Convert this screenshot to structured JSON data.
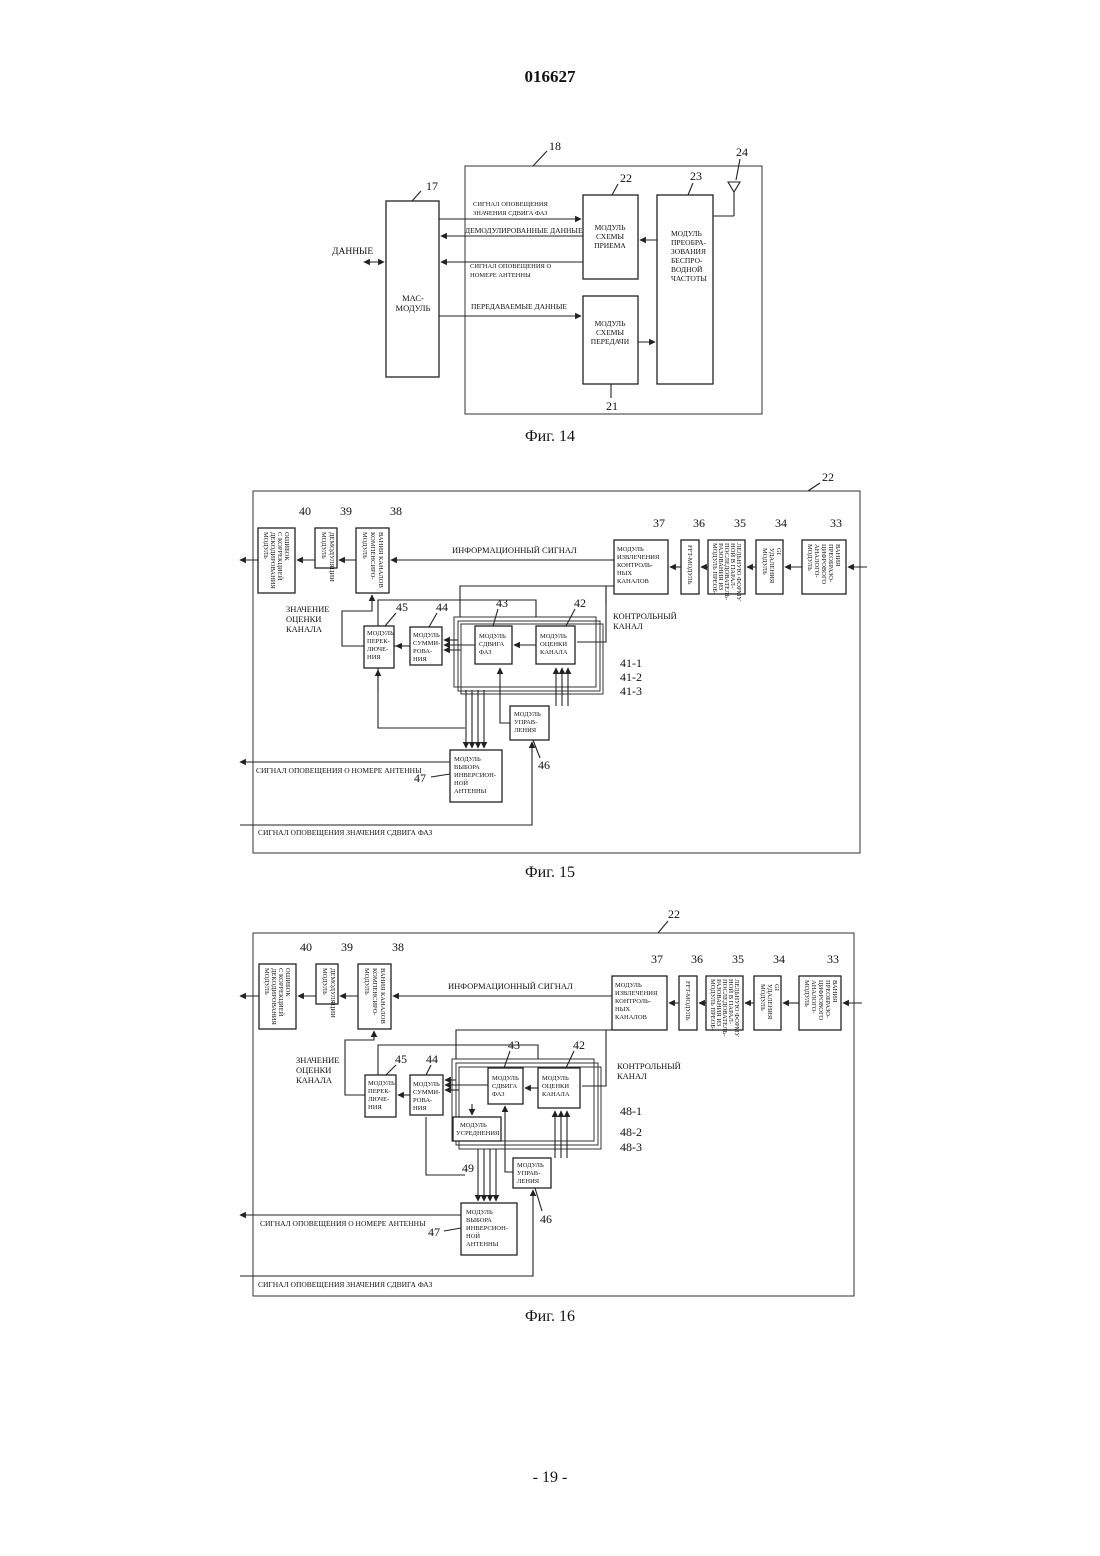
{
  "document_number": "016627",
  "page_number": "- 19 -",
  "fig14": {
    "caption": "Фиг. 14",
    "ref_frame": "18",
    "ref_mac": "17",
    "ref_rx": "22",
    "ref_rf": "23",
    "ref_ant": "24",
    "ref_tx": "21",
    "data_label": "ДАННЫЕ",
    "mac_line1": "МАС-",
    "mac_line2": "МОДУЛЬ",
    "sig_phase_1": "СИГНАЛ ОПОВЕЩЕНИЯ",
    "sig_phase_2": "ЗНАЧЕНИЯ СДВИГА ФАЗ",
    "demod_data": "ДЕМОДУЛИРОВАННЫЕ ДАННЫЕ",
    "sig_ant_1": "СИГНАЛ ОПОВЕЩЕНИЯ О",
    "sig_ant_2": "НОМЕРЕ АНТЕННЫ",
    "tx_data": "ПЕРЕДАВАЕМЫЕ ДАННЫЕ",
    "rx_lines": [
      "МОДУЛЬ",
      "СХЕМЫ",
      "ПРИЕМА"
    ],
    "tx_lines": [
      "МОДУЛЬ",
      "СХЕМЫ",
      "ПЕРЕДАЧИ"
    ],
    "rf_lines": [
      "МОДУЛЬ",
      "ПРЕОБРА-",
      "ЗОВАНИЯ",
      "БЕСПРО-",
      "ВОДНОЙ",
      "ЧАСТОТЫ"
    ]
  },
  "fig15": {
    "caption": "Фиг. 15",
    "ref_frame": "22",
    "refs": {
      "r40": "40",
      "r39": "39",
      "r38": "38",
      "r37": "37",
      "r36": "36",
      "r35": "35",
      "r34": "34",
      "r33": "33",
      "r45": "45",
      "r44": "44",
      "r43": "43",
      "r42": "42",
      "r46": "46",
      "r47": "47",
      "r41_1": "41-1",
      "r41_2": "41-2",
      "r41_3": "41-3"
    },
    "info_signal": "ИНФОРМАЦИОННЫЙ СИГНАЛ",
    "control_channel_1": "КОНТРОЛЬНЫЙ",
    "control_channel_2": "КАНАЛ",
    "chan_est_1": "ЗНАЧЕНИЕ",
    "chan_est_2": "ОЦЕНКИ",
    "chan_est_3": "КАНАЛА",
    "sig_ant": "СИГНАЛ ОПОВЕЩЕНИЯ О НОМЕРЕ АНТЕННЫ",
    "sig_phase": "СИГНАЛ ОПОВЕЩЕНИЯ ЗНАЧЕНИЯ СДВИГА ФАЗ",
    "b40": [
      "МОДУЛЬ",
      "ДЕКОДИРОВАНИЯ",
      "С КОРРЕКЦИЕЙ",
      "ОШИБОК"
    ],
    "b39": [
      "МОДУЛЬ",
      "ДЕМОДУЛЯЦИИ"
    ],
    "b38": [
      "МОДУЛЬ",
      "КОМПЕНСИРО-",
      "ВАНИЯ КАНАЛОВ"
    ],
    "b37": [
      "МОДУЛЬ",
      "ИЗВЛЕЧЕНИЯ",
      "КОНТРОЛЬ-",
      "НЫХ",
      "КАНАЛОВ"
    ],
    "b36": [
      "FFT-МОДУЛЬ"
    ],
    "b35": [
      "МОДУЛЬ ПРЕОБ-",
      "РАЗОВАНИЯ ИЗ",
      "ПОСЛЕДОВАТЕЛЬ-",
      "НОЙ В ПАРАЛ-",
      "ЛЕЛЬНУЮ ФОРМУ"
    ],
    "b34": [
      "МОДУЛЬ",
      "УДАЛЕНИЯ",
      "GI"
    ],
    "b33": [
      "МОДУЛЬ",
      "АНАЛОГО-",
      "ЦИФРОВОГО",
      "ПРЕОБРАЗО-",
      "ВАНИЯ"
    ],
    "b45": [
      "МОДУЛЬ",
      "ПЕРЕК-",
      "ЛЮЧЕ-",
      "НИЯ"
    ],
    "b44": [
      "МОДУЛЬ",
      "СУММИ-",
      "РОВА-",
      "НИЯ"
    ],
    "b43": [
      "МОДУЛЬ",
      "СДВИГА",
      "ФАЗ"
    ],
    "b42": [
      "МОДУЛЬ",
      "ОЦЕНКИ",
      "КАНАЛА"
    ],
    "b46": [
      "МОДУЛЬ",
      "УПРАВ-",
      "ЛЕНИЯ"
    ],
    "b47": [
      "МОДУЛЬ",
      "ВЫБОРА",
      "ИНВЕРСИОН-",
      "НОЙ",
      "АНТЕННЫ"
    ]
  },
  "fig16": {
    "caption": "Фиг. 16",
    "ref_frame": "22",
    "refs": {
      "r40": "40",
      "r39": "39",
      "r38": "38",
      "r37": "37",
      "r36": "36",
      "r35": "35",
      "r34": "34",
      "r33": "33",
      "r45": "45",
      "r44": "44",
      "r43": "43",
      "r42": "42",
      "r46": "46",
      "r47": "47",
      "r49": "49",
      "r48_1": "48-1",
      "r48_2": "48-2",
      "r48_3": "48-3"
    },
    "info_signal": "ИНФОРМАЦИОННЫЙ СИГНАЛ",
    "control_channel_1": "КОНТРОЛЬНЫЙ",
    "control_channel_2": "КАНАЛ",
    "chan_est_1": "ЗНАЧЕНИЕ",
    "chan_est_2": "ОЦЕНКИ",
    "chan_est_3": "КАНАЛА",
    "sig_ant": "СИГНАЛ ОПОВЕЩЕНИЯ О НОМЕРЕ АНТЕННЫ",
    "sig_phase": "СИГНАЛ ОПОВЕЩЕНИЯ ЗНАЧЕНИЯ СДВИГА ФАЗ",
    "b40": [
      "МОДУЛЬ",
      "ДЕКОДИРОВАНИЯ",
      "С КОРРЕКЦИЕЙ",
      "ОШИБОК"
    ],
    "b39": [
      "МОДУЛЬ",
      "ДЕМОДУЛЯЦИИ"
    ],
    "b38": [
      "МОДУЛЬ",
      "КОМПЕНСИРО-",
      "ВАНИЯ КАНАЛОВ"
    ],
    "b37": [
      "МОДУЛЬ",
      "ИЗВЛЕЧЕНИЯ",
      "КОНТРОЛЬ-",
      "НЫХ",
      "КАНАЛОВ"
    ],
    "b36": [
      "FFT-МОДУЛЬ"
    ],
    "b35": [
      "МОДУЛЬ ПРЕОБ-",
      "РАЗОВАНИЯ ИЗ",
      "ПОСЛЕДОВАТЕЛЬ-",
      "НОЙ В ПАРАЛ-",
      "ЛЕЛЬНУЮ ФОРМУ"
    ],
    "b34": [
      "МОДУЛЬ",
      "УДАЛЕНИЯ",
      "GI"
    ],
    "b33": [
      "МОДУЛЬ",
      "АНАЛОГО-",
      "ЦИФРОВОГО",
      "ПРЕОБРАЗО-",
      "ВАНИЯ"
    ],
    "b45": [
      "МОДУЛЬ",
      "ПЕРЕК-",
      "ЛЮЧЕ-",
      "НИЯ"
    ],
    "b44": [
      "МОДУЛЬ",
      "СУММИ-",
      "РОВА-",
      "НИЯ"
    ],
    "b43": [
      "МОДУЛЬ",
      "СДВИГА",
      "ФАЗ"
    ],
    "b42": [
      "МОДУЛЬ",
      "ОЦЕНКИ",
      "КАНАЛА"
    ],
    "b49": [
      "МОДУЛЬ",
      "УСРЕДНЕНИЯ"
    ],
    "b46": [
      "МОДУЛЬ",
      "УПРАВ-",
      "ЛЕНИЯ"
    ],
    "b47": [
      "МОДУЛЬ",
      "ВЫБОРА",
      "ИНВЕРСИОН-",
      "НОЙ",
      "АНТЕННЫ"
    ]
  }
}
